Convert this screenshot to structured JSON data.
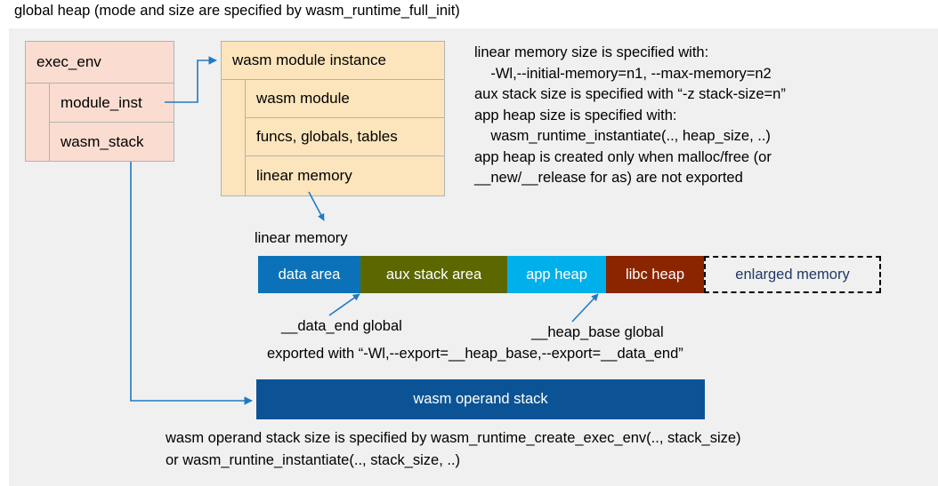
{
  "title": "global heap (mode and size are specified by wasm_runtime_full_init)",
  "exec_env": {
    "header": "exec_env",
    "fields": [
      {
        "label": "module_inst"
      },
      {
        "label": "wasm_stack"
      }
    ]
  },
  "module_instance": {
    "header": "wasm module instance",
    "fields": [
      {
        "label": "wasm module"
      },
      {
        "label": "funcs, globals, tables"
      },
      {
        "label": "linear memory"
      }
    ]
  },
  "info_text": "linear memory size is specified with:\n    -Wl,--initial-memory=n1, --max-memory=n2\naux stack size is specified with “-z stack-size=n”\napp heap size is specified with:\n    wasm_runtime_instantiate(.., heap_size, ..)\napp heap is created only when malloc/free (or\n__new/__release for as) are not exported",
  "linear_memory": {
    "caption": "linear memory",
    "segments": [
      {
        "label": "data area",
        "color": "#0b72b9",
        "width": 115,
        "text_color": "#ffffff",
        "dashed": false
      },
      {
        "label": "aux stack area",
        "color": "#5c6700",
        "width": 165,
        "text_color": "#ffffff",
        "dashed": false
      },
      {
        "label": "app heap",
        "color": "#00b0ea",
        "width": 111,
        "text_color": "#ffffff",
        "dashed": false
      },
      {
        "label": "libc heap",
        "color": "#8b2500",
        "width": 110,
        "text_color": "#ffffff",
        "dashed": false
      },
      {
        "label": "enlarged memory",
        "color": "#f0f0f0",
        "width": 199,
        "text_color": "#1f3864",
        "dashed": true
      }
    ]
  },
  "annotations": {
    "data_end": "__data_end global",
    "heap_base": "__heap_base global",
    "exported": "exported with “-Wl,--export=__heap_base,--export=__data_end”"
  },
  "operand_stack": {
    "label": "wasm operand stack",
    "color": "#0b5394",
    "note": "wasm operand stack size is specified by wasm_runtime_create_exec_env(.., stack_size)\nor wasm_runtine_instantiate(.., stack_size, ..)"
  },
  "colors": {
    "panel_background": "#f0f0f0",
    "exec_env_fill": "#fadcd0",
    "module_instance_fill": "#fce5bc",
    "connector": "#1f7ac4",
    "box_border": "#b3b3b3"
  }
}
